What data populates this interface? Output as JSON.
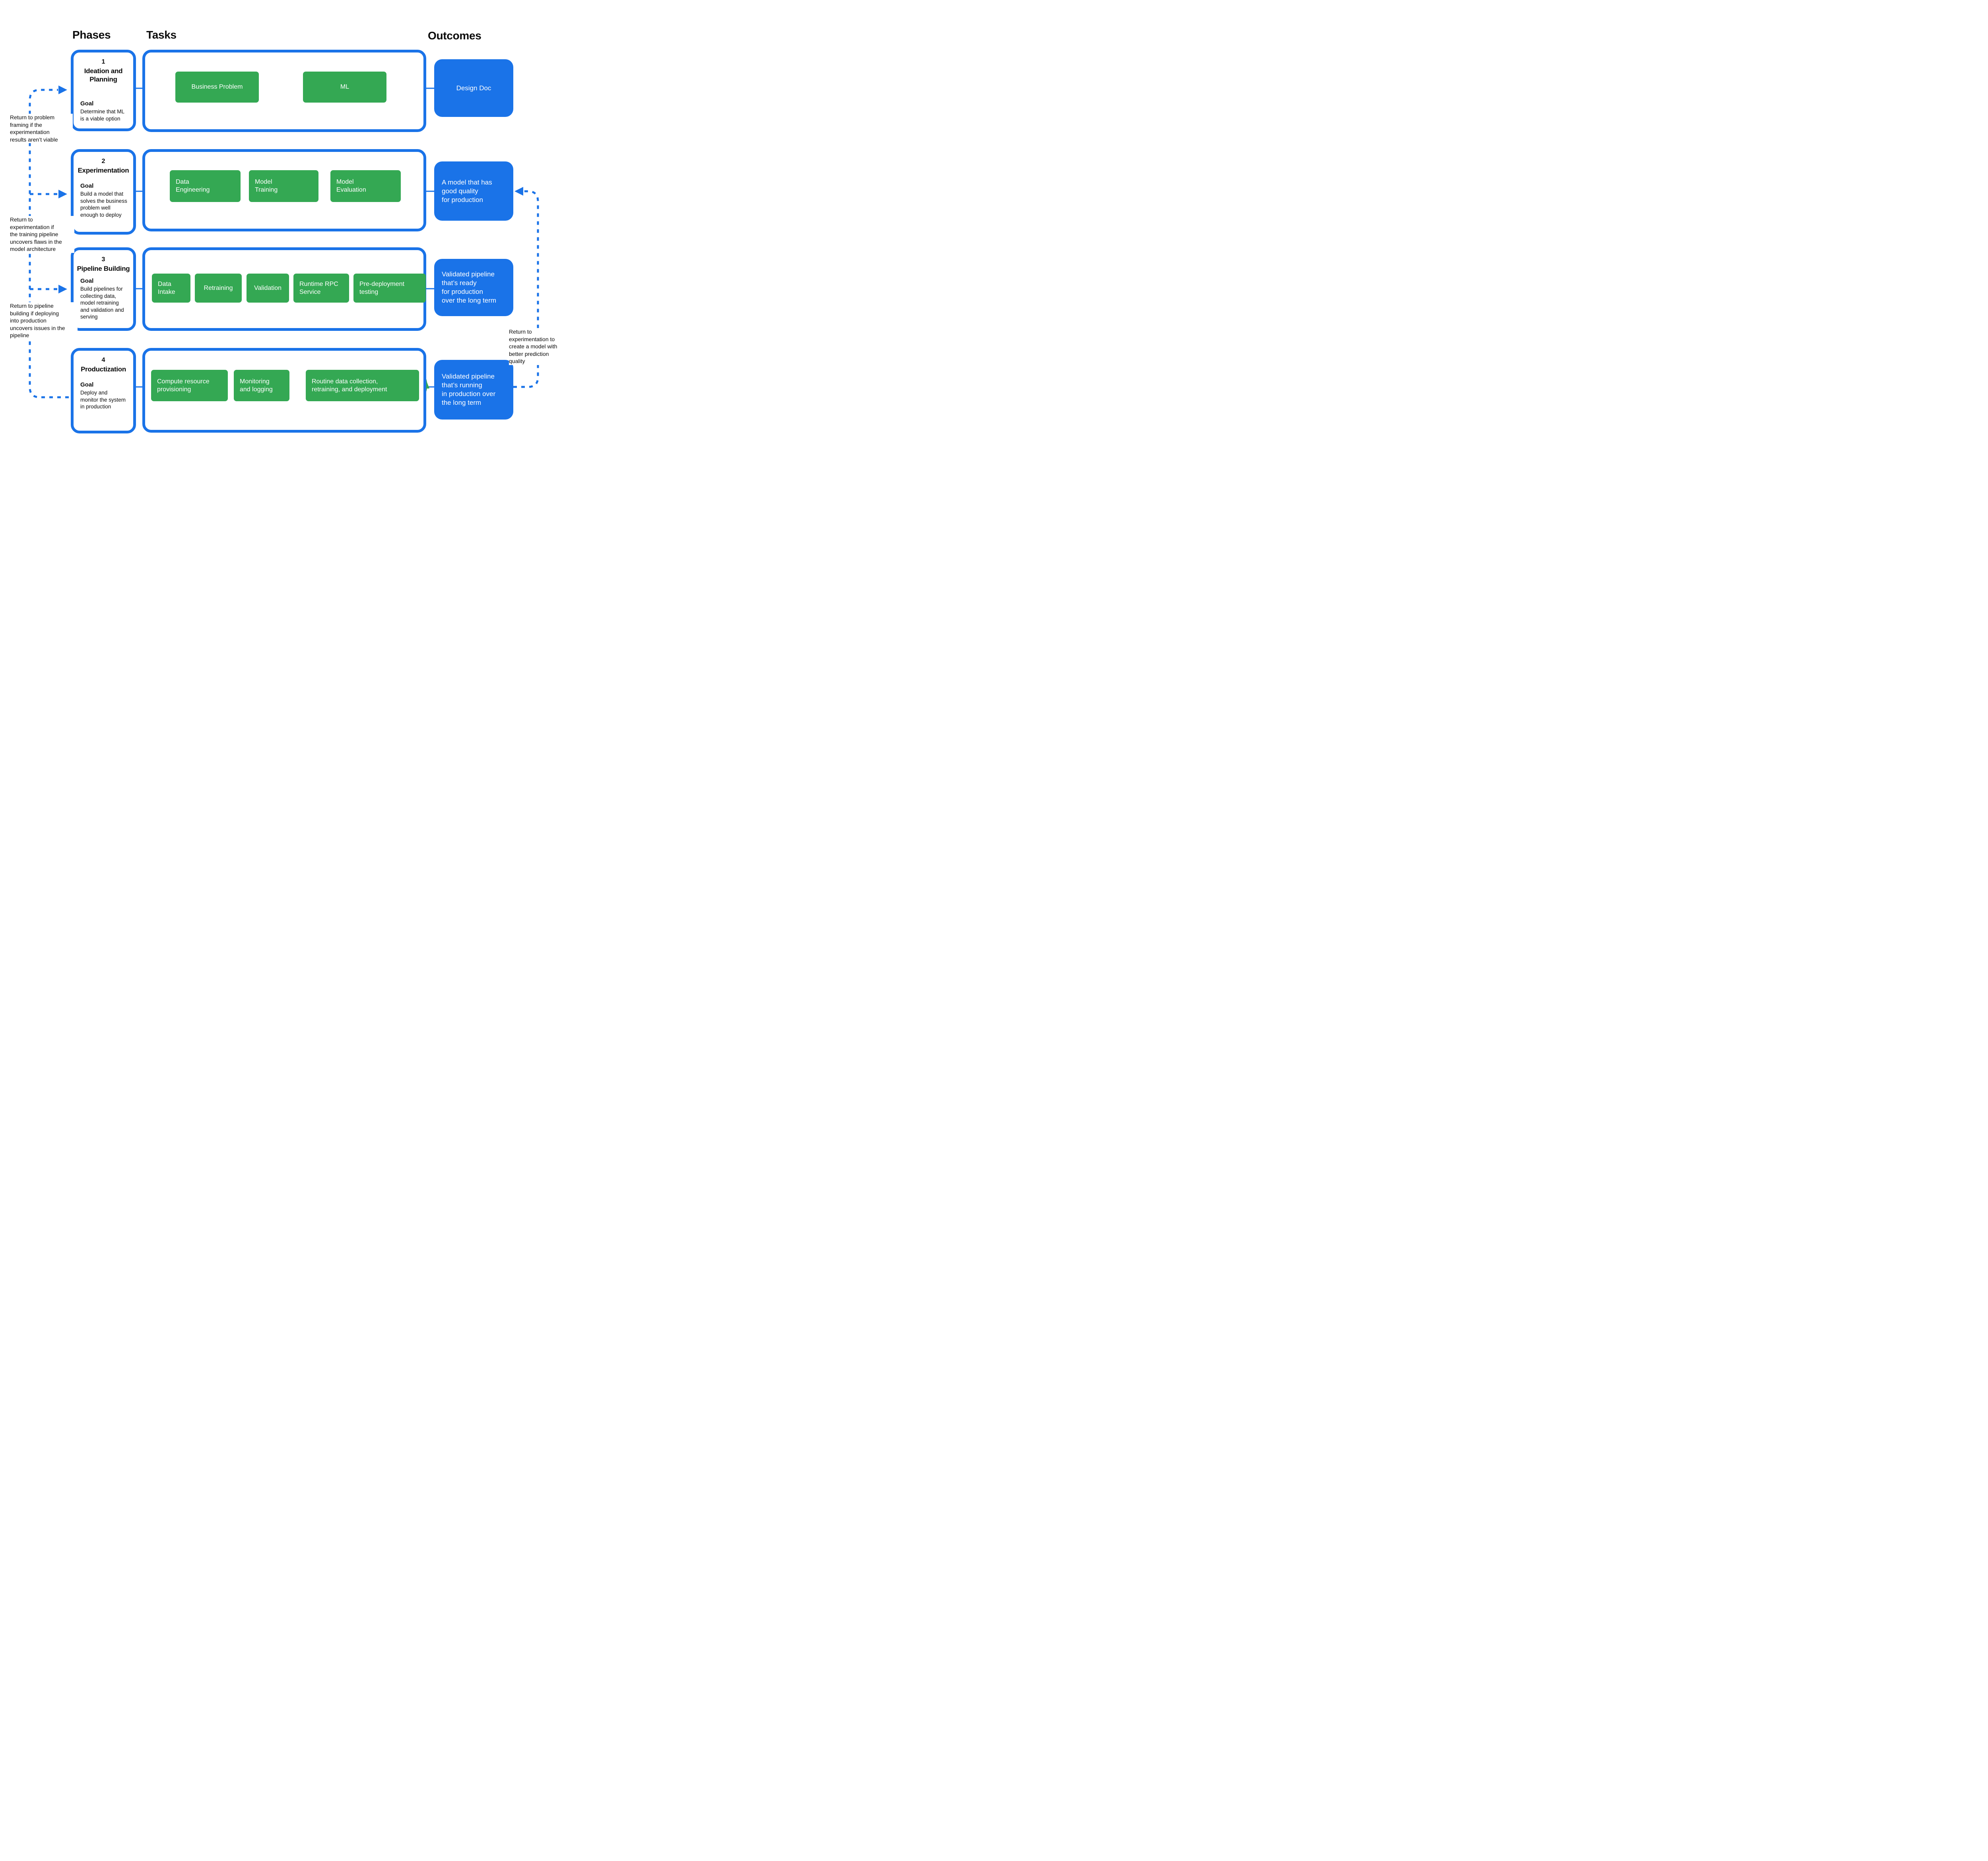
{
  "headers": {
    "phases": "Phases",
    "tasks": "Tasks",
    "outcomes": "Outcomes"
  },
  "colors": {
    "green": "#34A853",
    "blue": "#1A73E8"
  },
  "phases": [
    {
      "number": "1",
      "title": "Ideation and\nPlanning",
      "goal_label": "Goal",
      "goal_text": "Determine that ML\nis a viable option",
      "outcome": "Design Doc",
      "tasks": [
        {
          "label": "Business Problem"
        },
        {
          "label": "ML"
        }
      ]
    },
    {
      "number": "2",
      "title": "Experimentation",
      "goal_label": "Goal",
      "goal_text": "Build a model that\nsolves the business\nproblem well\nenough to deploy",
      "outcome": "A model that has\ngood quality\nfor production",
      "tasks": [
        {
          "label": "Data\nEngineering"
        },
        {
          "label": "Model\nTraining"
        },
        {
          "label": "Model\nEvaluation"
        }
      ]
    },
    {
      "number": "3",
      "title": "Pipeline Building",
      "goal_label": "Goal",
      "goal_text": "Build pipelines for\ncollecting data,\nmodel retraining\nand validation and\nserving",
      "outcome": "Validated pipeline\nthat’s ready\nfor production\nover the long term",
      "tasks": [
        {
          "label": "Data\nIntake"
        },
        {
          "label": "Retraining"
        },
        {
          "label": "Validation"
        },
        {
          "label": "Runtime RPC\nService"
        },
        {
          "label": "Pre-deployment\ntesting"
        }
      ]
    },
    {
      "number": "4",
      "title": "Productization",
      "goal_label": "Goal",
      "goal_text": "Deploy and\nmonitor the system\nin production",
      "outcome": "Validated pipeline\nthat’s running\nin production over\nthe long term",
      "tasks": [
        {
          "label": "Compute resource\nprovisioning"
        },
        {
          "label": "Monitoring\nand logging"
        },
        {
          "label": "Routine data collection,\nretraining, and deployment"
        }
      ]
    }
  ],
  "annotations": [
    {
      "text": "Return to problem\nframing if the\nexperimentation\nresults aren’t viable"
    },
    {
      "text": "Return to\nexperimentation if\nthe training pipeline\nuncovers flaws in the\nmodel architecture"
    },
    {
      "text": "Return to pipeline\nbuilding if deploying\ninto production\nuncovers issues in the\npipeline"
    },
    {
      "text": "Return to\nexperimentation to\ncreate a model with\nbetter prediction\nquality"
    }
  ]
}
